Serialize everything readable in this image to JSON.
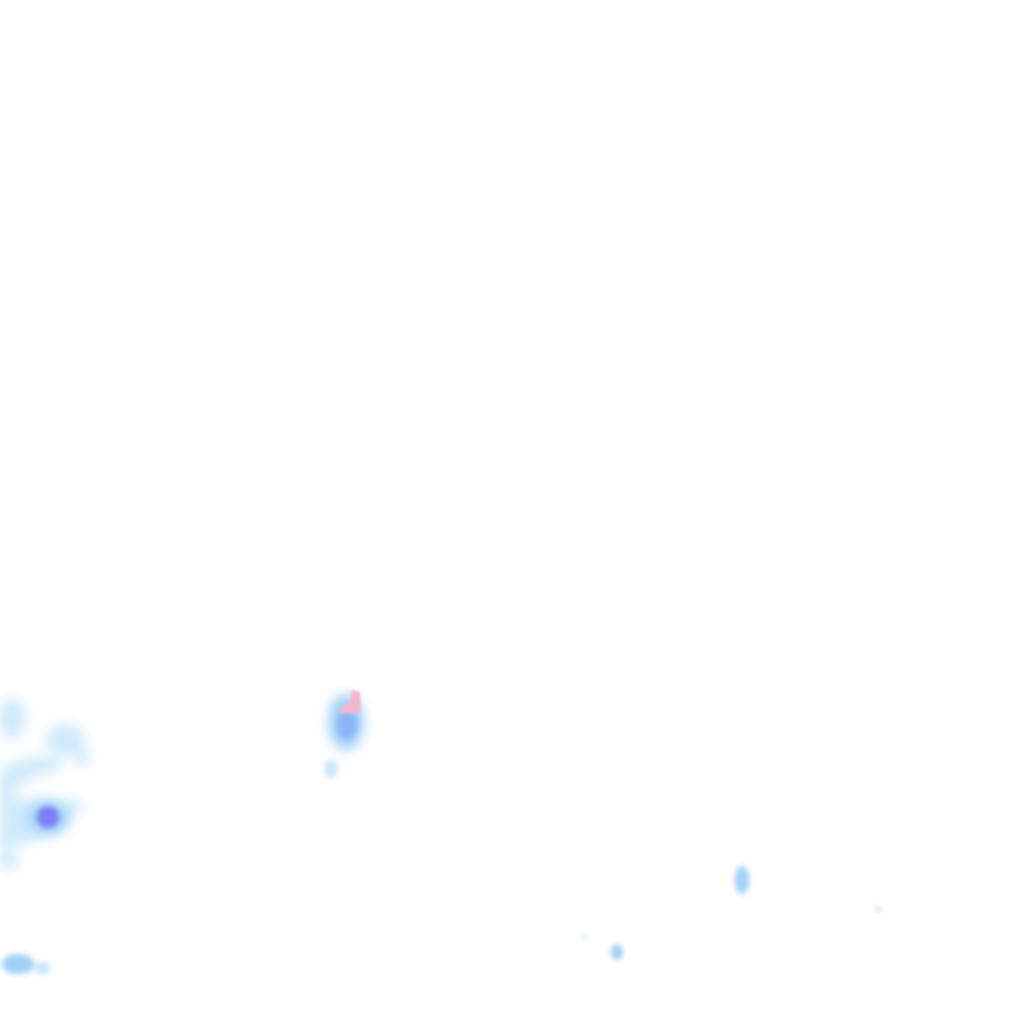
{
  "map": {
    "layer": "precipitation-radar-overlay",
    "background_color": "#ffffff",
    "colors": {
      "light": "#c8e6fb",
      "medium": "#9fd0f8",
      "moderate": "#8ab4f8",
      "heavy": "#7a7ff5",
      "mixed": "#f4b6cc"
    },
    "cells": [
      {
        "name": "west-cluster",
        "intensity": "light"
      },
      {
        "name": "west-core",
        "intensity": "heavy"
      },
      {
        "name": "central-cell",
        "intensity": "moderate"
      },
      {
        "name": "central-mixed",
        "intensity": "mixed"
      },
      {
        "name": "southeast-cell",
        "intensity": "medium"
      },
      {
        "name": "south-speckles",
        "intensity": "medium"
      },
      {
        "name": "southwest-speckles",
        "intensity": "light"
      }
    ]
  }
}
